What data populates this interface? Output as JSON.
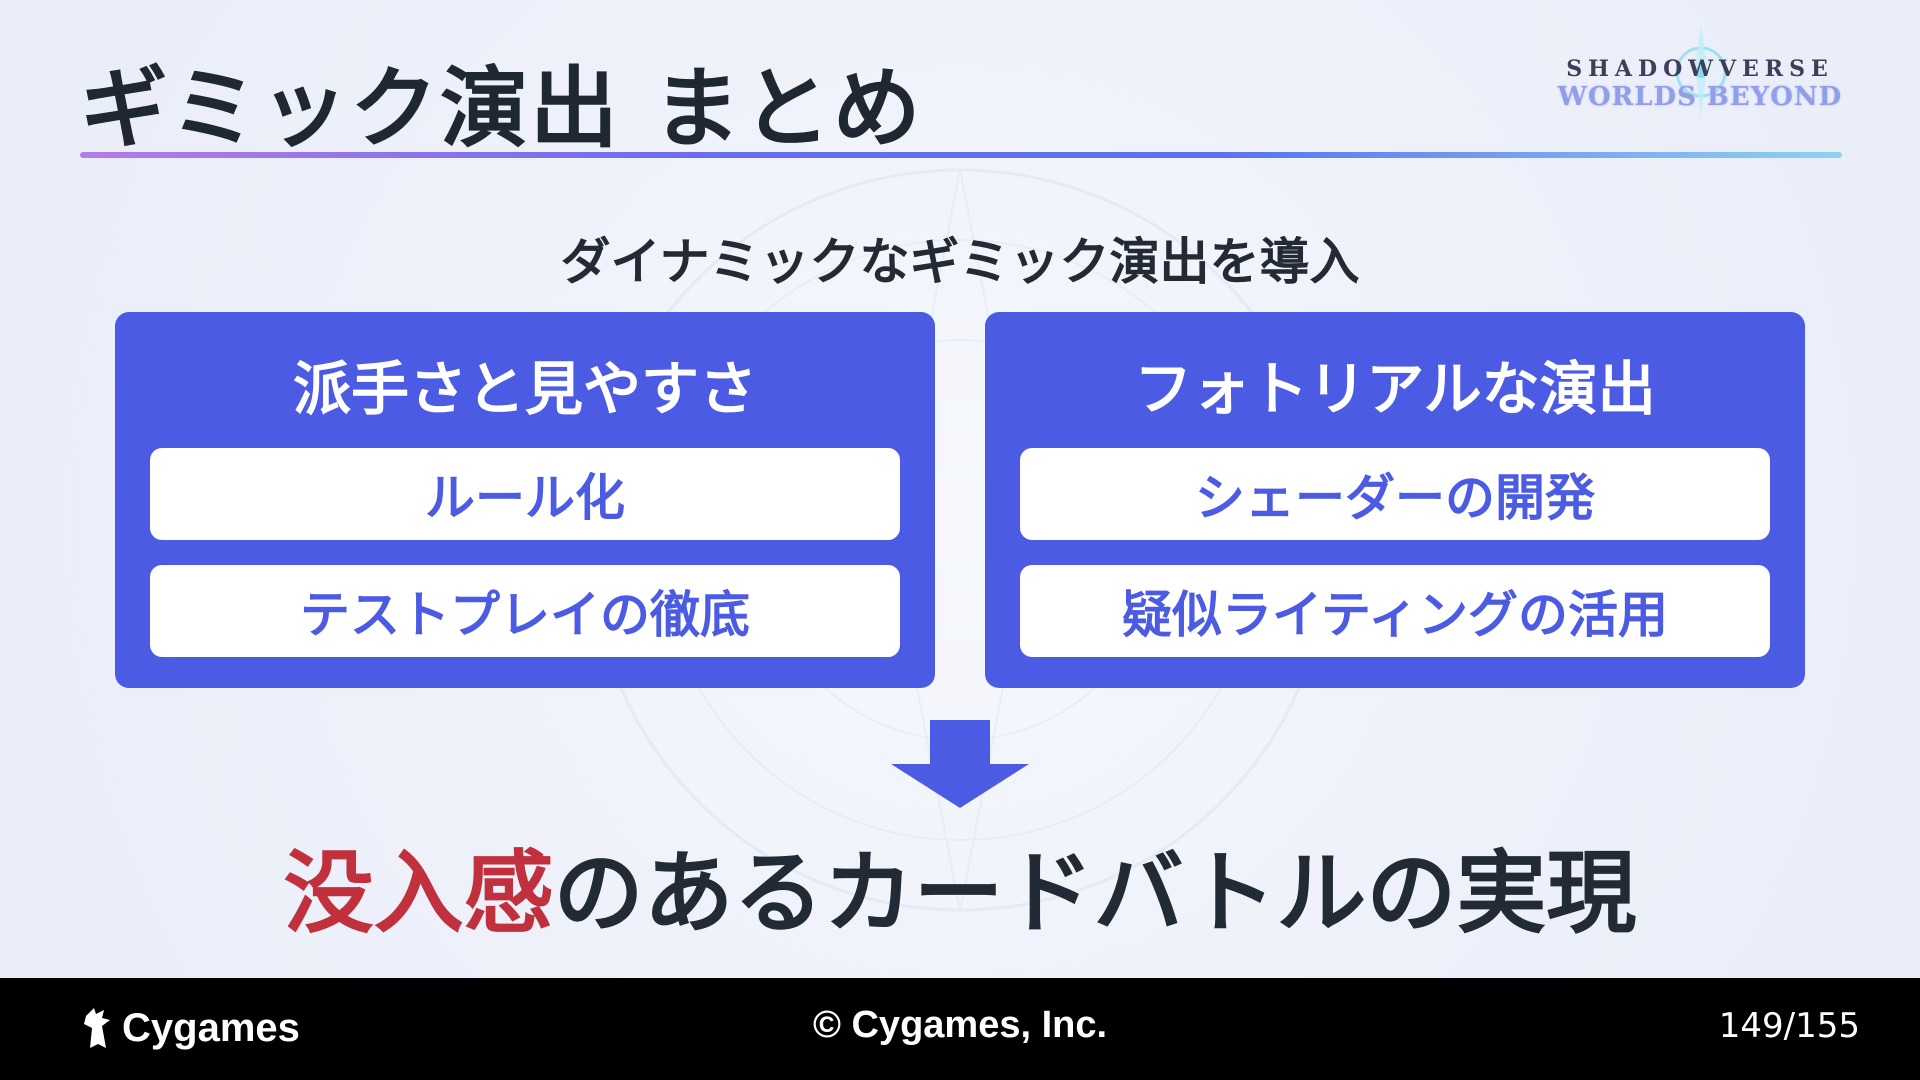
{
  "slide": {
    "title": "ギミック演出 まとめ",
    "logo": {
      "line1": "SHADOWVERSE",
      "line2": "WORLDS BEYOND"
    },
    "subtitle": "ダイナミックなギミック演出を導入",
    "panels": [
      {
        "title": "派手さと見やすさ",
        "items": [
          "ルール化",
          "テストプレイの徹底"
        ]
      },
      {
        "title": "フォトリアルな演出",
        "items": [
          "シェーダーの開発",
          "疑似ライティングの活用"
        ]
      }
    ],
    "conclusion": {
      "highlight": "没入感",
      "rest": "のあるカードバトルの実現"
    },
    "colors": {
      "panel": "#4b5be3",
      "accent": "#c0313d",
      "text": "#222a36"
    }
  },
  "footer": {
    "brand": "Cygames",
    "copyright": "© Cygames, Inc.",
    "page": "149/155"
  }
}
